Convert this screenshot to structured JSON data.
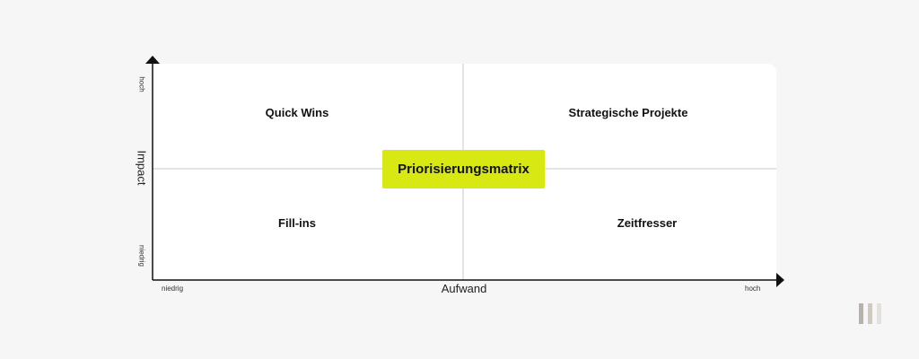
{
  "matrix": {
    "title": "Priorisierungsmatrix",
    "quadrants": {
      "top_left": "Quick Wins",
      "top_right": "Strategische Projekte",
      "bottom_left": "Fill-ins",
      "bottom_right": "Zeitfresser"
    },
    "x_axis": {
      "title": "Aufwand",
      "low": "niedrig",
      "high": "hoch"
    },
    "y_axis": {
      "title": "Impact",
      "low": "niedrig",
      "high": "hoch"
    }
  },
  "colors": {
    "accent": "#d7e812",
    "logo_bar_1": "#b9b2a8",
    "logo_bar_2": "#cfc9c1",
    "logo_bar_3": "#e4e0da"
  },
  "logo": {
    "icon": "three-bars-logo-icon"
  }
}
